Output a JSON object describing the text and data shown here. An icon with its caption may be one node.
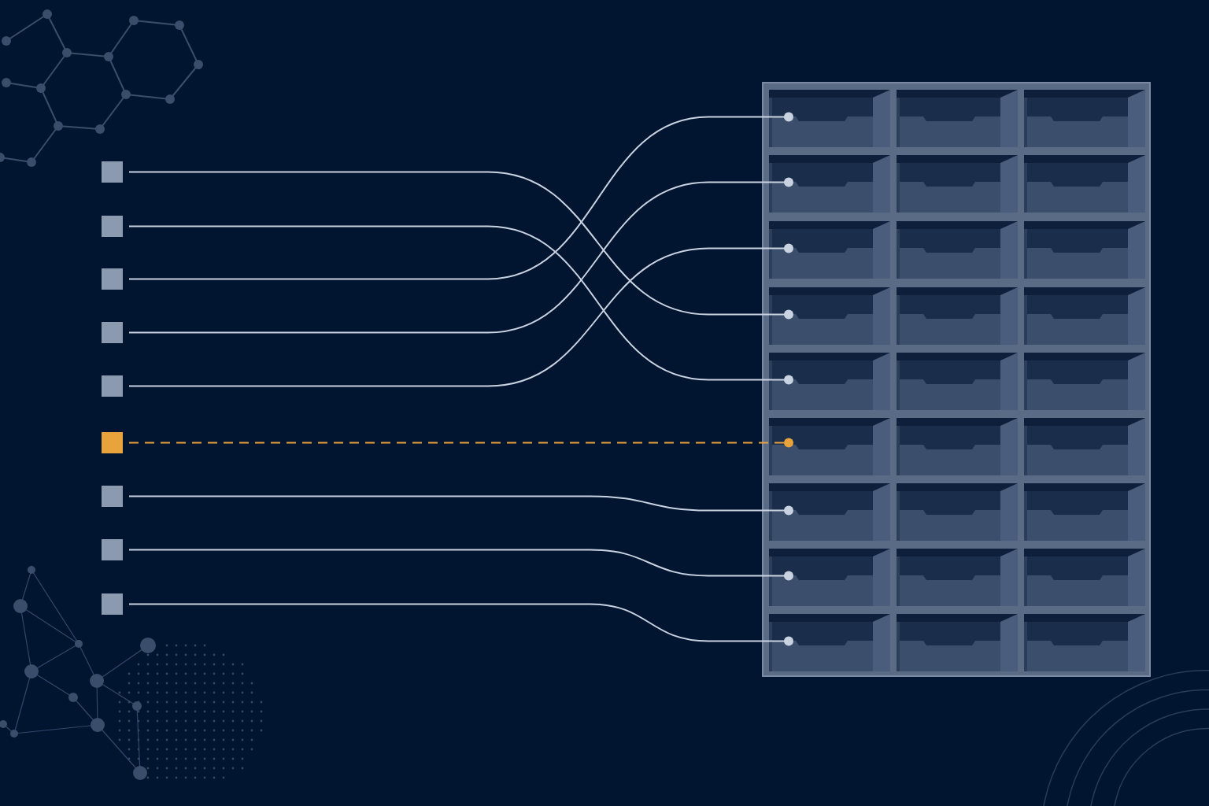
{
  "diagram": {
    "nodes": [
      {
        "text": [],
        "shape": "box"
      },
      {
        "text": [],
        "shape": "box"
      },
      {
        "text": [],
        "shape": "box"
      },
      {
        "text": [],
        "shape": "box"
      },
      {
        "text": [],
        "shape": "box"
      },
      {
        "text": [],
        "shape": "box"
      },
      {
        "text": [],
        "shape": "box"
      },
      {
        "text": [],
        "shape": "box"
      },
      {
        "text": [],
        "shape": "box"
      },
      {
        "text": [],
        "shape": "box"
      },
      {
        "text": [],
        "shape": "box",
        "in": 9
      },
      {
        "text": [],
        "shape": "box",
        "in": 9
      },
      {
        "text": [],
        "shape": "box",
        "in": 9
      },
      {
        "text": [],
        "shape": "box",
        "in": 9
      },
      {
        "text": [],
        "shape": "box",
        "in": 9
      },
      {
        "text": [],
        "shape": "box",
        "in": 9
      },
      {
        "text": [],
        "shape": "box",
        "in": 9
      },
      {
        "text": [],
        "shape": "box",
        "in": 9
      },
      {
        "text": [],
        "shape": "box",
        "in": 9
      },
      {
        "text": [],
        "shape": "box",
        "in": 9
      },
      {
        "text": [],
        "shape": "box",
        "in": 9
      },
      {
        "text": [],
        "shape": "box",
        "in": 9
      },
      {
        "text": [],
        "shape": "box",
        "in": 9
      },
      {
        "text": [],
        "shape": "box",
        "in": 9
      },
      {
        "text": [],
        "shape": "box",
        "in": 9
      },
      {
        "text": [],
        "shape": "box",
        "in": 9
      },
      {
        "text": [],
        "shape": "box",
        "in": 9
      },
      {
        "text": [],
        "shape": "box",
        "in": 9
      },
      {
        "text": [],
        "shape": "box",
        "in": 9
      },
      {
        "text": [],
        "shape": "box",
        "in": 9
      },
      {
        "text": [],
        "shape": "box",
        "in": 9
      },
      {
        "text": [],
        "shape": "box",
        "in": 9
      },
      {
        "text": [],
        "shape": "box",
        "in": 9
      },
      {
        "text": [],
        "shape": "box",
        "in": 9
      },
      {
        "text": [],
        "shape": "box",
        "in": 9
      },
      {
        "text": [],
        "shape": "box",
        "in": 9
      },
      {
        "text": [],
        "shape": "box",
        "in": 9
      }
    ],
    "edges": [
      {
        "from": 0,
        "to": 19,
        "arrow": "other"
      },
      {
        "from": 1,
        "to": 22,
        "arrow": "other"
      },
      {
        "from": 2,
        "to": 10,
        "arrow": "other"
      },
      {
        "from": 3,
        "to": 13,
        "arrow": "other"
      },
      {
        "from": 4,
        "to": 16,
        "arrow": "other"
      },
      {
        "from": 5,
        "to": 25,
        "arrow": "other",
        "style": "dashed",
        "color": "#e8a33d"
      },
      {
        "from": 6,
        "to": 28,
        "arrow": "other"
      },
      {
        "from": 7,
        "to": 31,
        "arrow": "other"
      },
      {
        "from": 8,
        "to": 34,
        "arrow": "other"
      }
    ]
  }
}
